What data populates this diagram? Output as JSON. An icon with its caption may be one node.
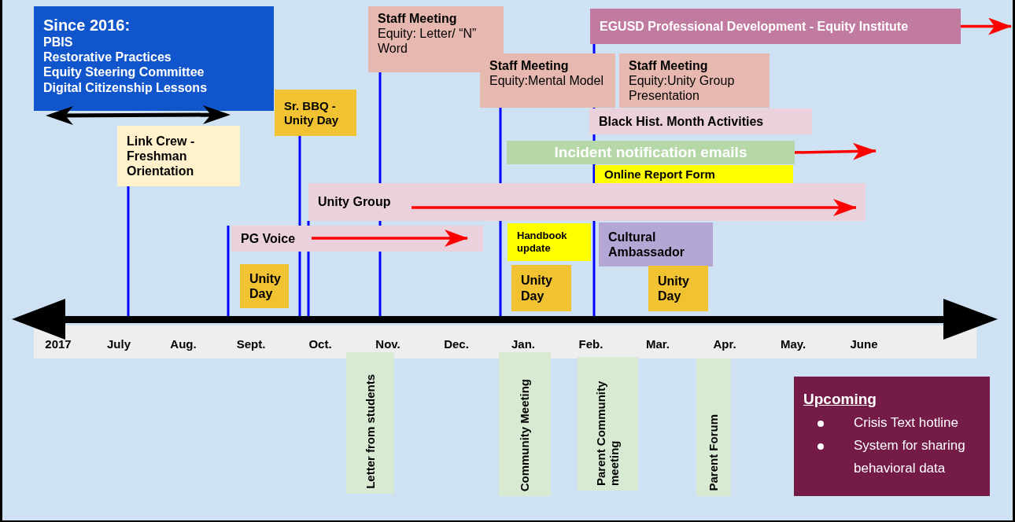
{
  "diagram": {
    "nodes": [
      {
        "text": [
          "Since 2016:",
          "PBIS",
          "Restorative Practices",
          "Equity Steering Committee",
          "Digital Citizenship Lessons"
        ]
      },
      {
        "text": [
          "Staff Meeting",
          "Equity: Letter/ “N” Word"
        ]
      },
      {
        "text": [
          "EGUSD Professional Development - Equity Institute"
        ]
      },
      {
        "text": [
          "Staff Meeting",
          "Equity:Mental Model"
        ]
      },
      {
        "text": [
          "Staff Meeting",
          "Equity:Unity Group Presentation"
        ]
      },
      {
        "text": [
          "Sr. BBQ - Unity Day"
        ]
      },
      {
        "text": [
          "Black Hist. Month Activities"
        ]
      },
      {
        "text": [
          "Link Crew - Freshman Orientation"
        ]
      },
      {
        "text": [
          "Incident notification emails"
        ]
      },
      {
        "text": [
          "Online Report Form"
        ]
      },
      {
        "text": [
          "Unity Group"
        ]
      },
      {
        "text": [
          "PG Voice"
        ]
      },
      {
        "text": [
          "Handbook update"
        ]
      },
      {
        "text": [
          "Cultural Ambassador"
        ]
      },
      {
        "text": [
          "Unity Day"
        ]
      },
      {
        "text": [
          "Unity Day"
        ]
      },
      {
        "text": [
          "Unity Day"
        ]
      },
      {
        "text": [
          "Letter from students"
        ]
      },
      {
        "text": [
          "Community Meeting"
        ]
      },
      {
        "text": [
          "Parent Community meeting"
        ]
      },
      {
        "text": [
          "Parent Forum"
        ]
      },
      {
        "text": [
          "Upcoming",
          "Crisis Text hotline",
          "System for sharing behavioral data"
        ]
      }
    ],
    "edges": [
      {
        "from": 7,
        "to": null,
        "arrow": "none"
      },
      {
        "from": 11,
        "to": null,
        "arrow": "none"
      },
      {
        "from": 5,
        "to": null,
        "arrow": "none"
      },
      {
        "from": 10,
        "to": null,
        "arrow": "none"
      },
      {
        "from": 1,
        "to": null,
        "arrow": "none"
      },
      {
        "from": 3,
        "to": null,
        "arrow": "none"
      },
      {
        "from": 2,
        "to": null,
        "arrow": "none"
      },
      {
        "from": 2,
        "to": null,
        "arrow": "to",
        "color": "#ff0000"
      },
      {
        "from": 8,
        "to": null,
        "arrow": "to",
        "color": "#ff0000"
      },
      {
        "from": null,
        "to": 10,
        "arrow": "to",
        "color": "#ff0000"
      },
      {
        "from": null,
        "to": 11,
        "arrow": "to",
        "color": "#ff0000"
      }
    ],
    "labels": [
      "2017",
      "July",
      "Aug.",
      "Sept.",
      "Oct.",
      "Nov.",
      "Dec.",
      "Jan.",
      "Feb.",
      "Mar.",
      "Apr.",
      "May.",
      "June"
    ]
  }
}
